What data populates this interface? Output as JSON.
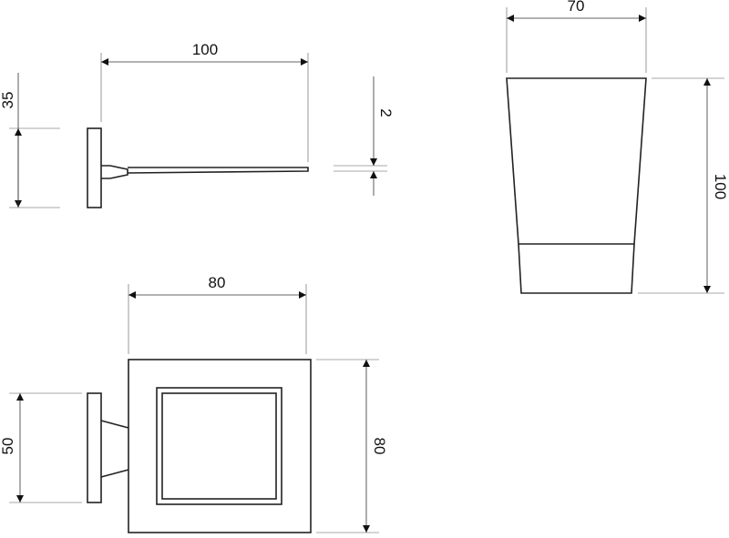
{
  "dimensions": {
    "side_width": "100",
    "side_height": "35",
    "glass_thickness": "2",
    "cup_width": "70",
    "cup_height": "100",
    "front_width": "80",
    "front_height": "80",
    "plate_height": "50"
  },
  "colors": {
    "line": "#222222",
    "background": "#ffffff"
  }
}
